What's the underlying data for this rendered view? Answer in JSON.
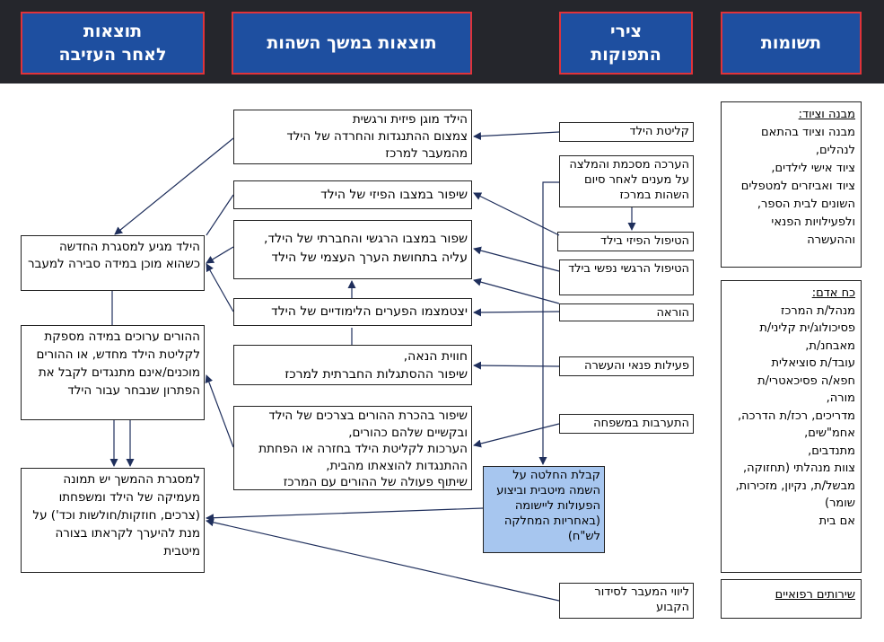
{
  "headers": {
    "outcomes_after": "תוצאות\nלאחר העזיבה",
    "outcomes_during": "תוצאות במשך השהות",
    "outputs": "צירי\nהתפוקות",
    "inputs": "תשומות"
  },
  "inputs": {
    "structure_title": "מבנה וציוד:",
    "structure_text": "מבנה וציוד בהתאם לנהלים,\nציוד אישי לילדים,\nציוד ואביזרים למטפלים השונים לבית הספר,\nולפעילויות הפנאי וההעשרה",
    "staff_title": "כח אדם:",
    "staff_text": "מנהל/ת המרכז\nפסיכולוג/ית קליני/ת מאבחנ/ת,\nעובד/ת סוציאלית\nחפא/ה פסיכאטרי/ת\nמורה,\nמדריכים, רכז/ת הדרכה,\nאחמ\"שים,\nמתנדבים,\nצוות מנהלתי (תחזוקה, מבשל/ת, נקיון, מזכירות, שומר)\nאם בית",
    "medical": "שירותים רפואיים"
  },
  "outputs": {
    "intake": "קליטת הילד",
    "assessment": "הערכה מסכמת והמלצה על מענים לאחר סיום השהות במרכז",
    "physical_care": "הטיפול הפיזי בילד",
    "emotional_care": "הטיפול הרגשי נפשי בילד",
    "teaching": "הוראה",
    "leisure": "פעילות פנאי והעשרה",
    "family": "התערבות במשפחה",
    "decision": "קבלת החלטה על השמה מיטבית וביצוע הפעולות ליישומה (באחריות המחלקה לש\"ח)",
    "escort": "ליווי המעבר לסידור הקבוע"
  },
  "during": {
    "protected": "הילד מוגן פיזית ורגשית\nצמצום ההתנגדות והחרדה של הילד מהמעבר למרכז",
    "physical": "שיפור במצבו הפיזי של הילד",
    "emotional": "שפור במצבו הרגשי והחברתי של הילד,\nעליה בתחושת הערך העצמי של הילד",
    "gaps": "יצטמצמו הפערים הלימודיים של הילד",
    "fun": "חווית הנאה,\nשיפור ההסתגלות החברתית למרכז",
    "parents": "שיפור בהכרת ההורים בצרכים של הילד ובקשיים שלהם כהורים,\nהערכות לקליטת הילד בחזרה או הפחתת ההתנגדות להוצאתו מהבית,\nשיתוף פעולה של ההורים עם המרכז"
  },
  "after": {
    "arrives": "הילד מגיע למסגרת החדשה כשהוא מוכן במידה סבירה למעבר",
    "parents": "ההורים ערוכים במידה מספקת לקליטת הילד מחדש, או ההורים מוכנים/אינם מתנגדים לקבל את הפתרון שנבחר עבור הילד",
    "framework": "למסגרת ההמשך יש תמונה מעמיקה של הילד ומשפחתו (צרכים, חוזקות/חולשות וכד') על מנת להיערך לקראתו בצורה מיטבית"
  }
}
